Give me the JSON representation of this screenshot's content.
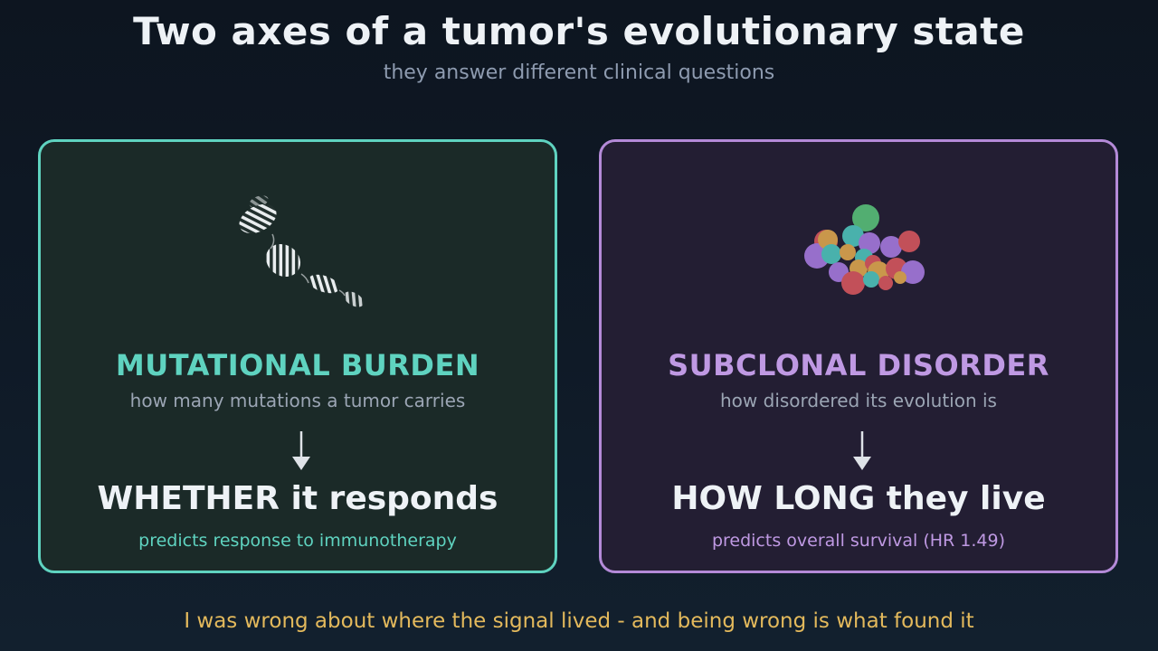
{
  "header": {
    "title": "Two axes of a tumor's evolutionary state",
    "subtitle": "they answer different clinical questions"
  },
  "cards": [
    {
      "icon": "dna-helix-icon",
      "accent": "#5fd3c0",
      "name": "MUTATIONAL BURDEN",
      "description": "how many mutations a tumor carries",
      "outcome": "WHETHER it responds",
      "prediction": "predicts response to immunotherapy"
    },
    {
      "icon": "subclone-cluster-icon",
      "accent": "#b48ad8",
      "name": "SUBCLONAL DISORDER",
      "description": "how disordered its evolution is",
      "outcome": "HOW LONG they live",
      "prediction": "predicts overall survival  (HR 1.49)"
    }
  ],
  "footer": "I was wrong about where the signal lived - and being wrong is what found it",
  "colors": {
    "teal": "#5fd3c0",
    "purple": "#b48ad8",
    "gold": "#e3b95c",
    "cluster": [
      "#59c27a",
      "#e0a84f",
      "#4fc6bd",
      "#a77be0",
      "#d9585f"
    ]
  }
}
